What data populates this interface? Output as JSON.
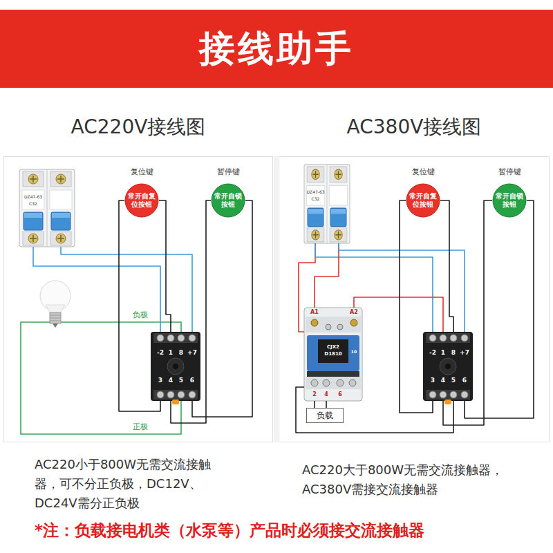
{
  "diagram": {
    "title": "接线助手",
    "nodes": [
      {
        "text": [
          "AC220V接线图"
        ]
      },
      {
        "text": [
          "DZ47-63",
          "C32"
        ],
        "in": 0
      },
      {
        "text": [
          "复位键",
          "常开自复位按钮"
        ],
        "in": 0
      },
      {
        "text": [
          "暂停键",
          "常开自锁按钮"
        ],
        "in": 0
      },
      {
        "text": [
          "-2",
          "1",
          "8",
          "+7",
          "3",
          "4",
          "5",
          "6"
        ],
        "in": 0
      },
      {
        "text": [
          "AC380V接线图"
        ]
      },
      {
        "text": [
          "DZ47-63",
          "C32"
        ],
        "in": 5
      },
      {
        "text": [
          "复位键",
          "常开自复位按钮"
        ],
        "in": 5
      },
      {
        "text": [
          "暂停键",
          "常开自锁按钮"
        ],
        "in": 5
      },
      {
        "text": [
          "A1",
          "A2",
          "CJX2",
          "D1810",
          "10",
          "2",
          "4",
          "6"
        ],
        "in": 5
      },
      {
        "text": [
          "-2",
          "1",
          "8",
          "+7",
          "3",
          "4",
          "5",
          "6"
        ],
        "in": 5
      },
      {
        "text": [
          "负载"
        ],
        "in": 5
      }
    ],
    "edges": [
      {
        "from": 1,
        "to": 4,
        "arrow": "none"
      },
      {
        "from": 1,
        "to": 4,
        "arrow": "none"
      },
      {
        "from": 2,
        "to": 4,
        "arrow": "none"
      },
      {
        "from": 2,
        "to": 4,
        "arrow": "none"
      },
      {
        "from": 3,
        "to": 4,
        "arrow": "none"
      },
      {
        "from": 3,
        "to": 4,
        "arrow": "none"
      },
      {
        "from": 6,
        "to": 9,
        "arrow": "none"
      },
      {
        "from": 6,
        "to": 10,
        "arrow": "none"
      },
      {
        "from": 6,
        "to": 9,
        "arrow": "none"
      },
      {
        "from": 6,
        "to": 10,
        "arrow": "none"
      },
      {
        "from": 9,
        "to": 10,
        "arrow": "none"
      },
      {
        "from": 7,
        "to": 10,
        "arrow": "none"
      },
      {
        "from": 7,
        "to": 10,
        "arrow": "none"
      },
      {
        "from": 8,
        "to": 10,
        "arrow": "none"
      },
      {
        "from": 8,
        "to": 10,
        "arrow": "none"
      },
      {
        "from": 9,
        "to": 10,
        "arrow": "none"
      },
      {
        "from": 9,
        "to": 11,
        "arrow": "none"
      },
      {
        "from": 9,
        "to": 11,
        "arrow": "none"
      }
    ],
    "labels": [
      "负极",
      "正极",
      "AC220小于800W无需交流接触器，可不分正负极，DC12V、DC24V需分正负极",
      "AC220大于800W无需交流接触器，AC380V需接交流接触器",
      "*注：负载接电机类（水泵等）产品时必须接交流接触器"
    ]
  }
}
